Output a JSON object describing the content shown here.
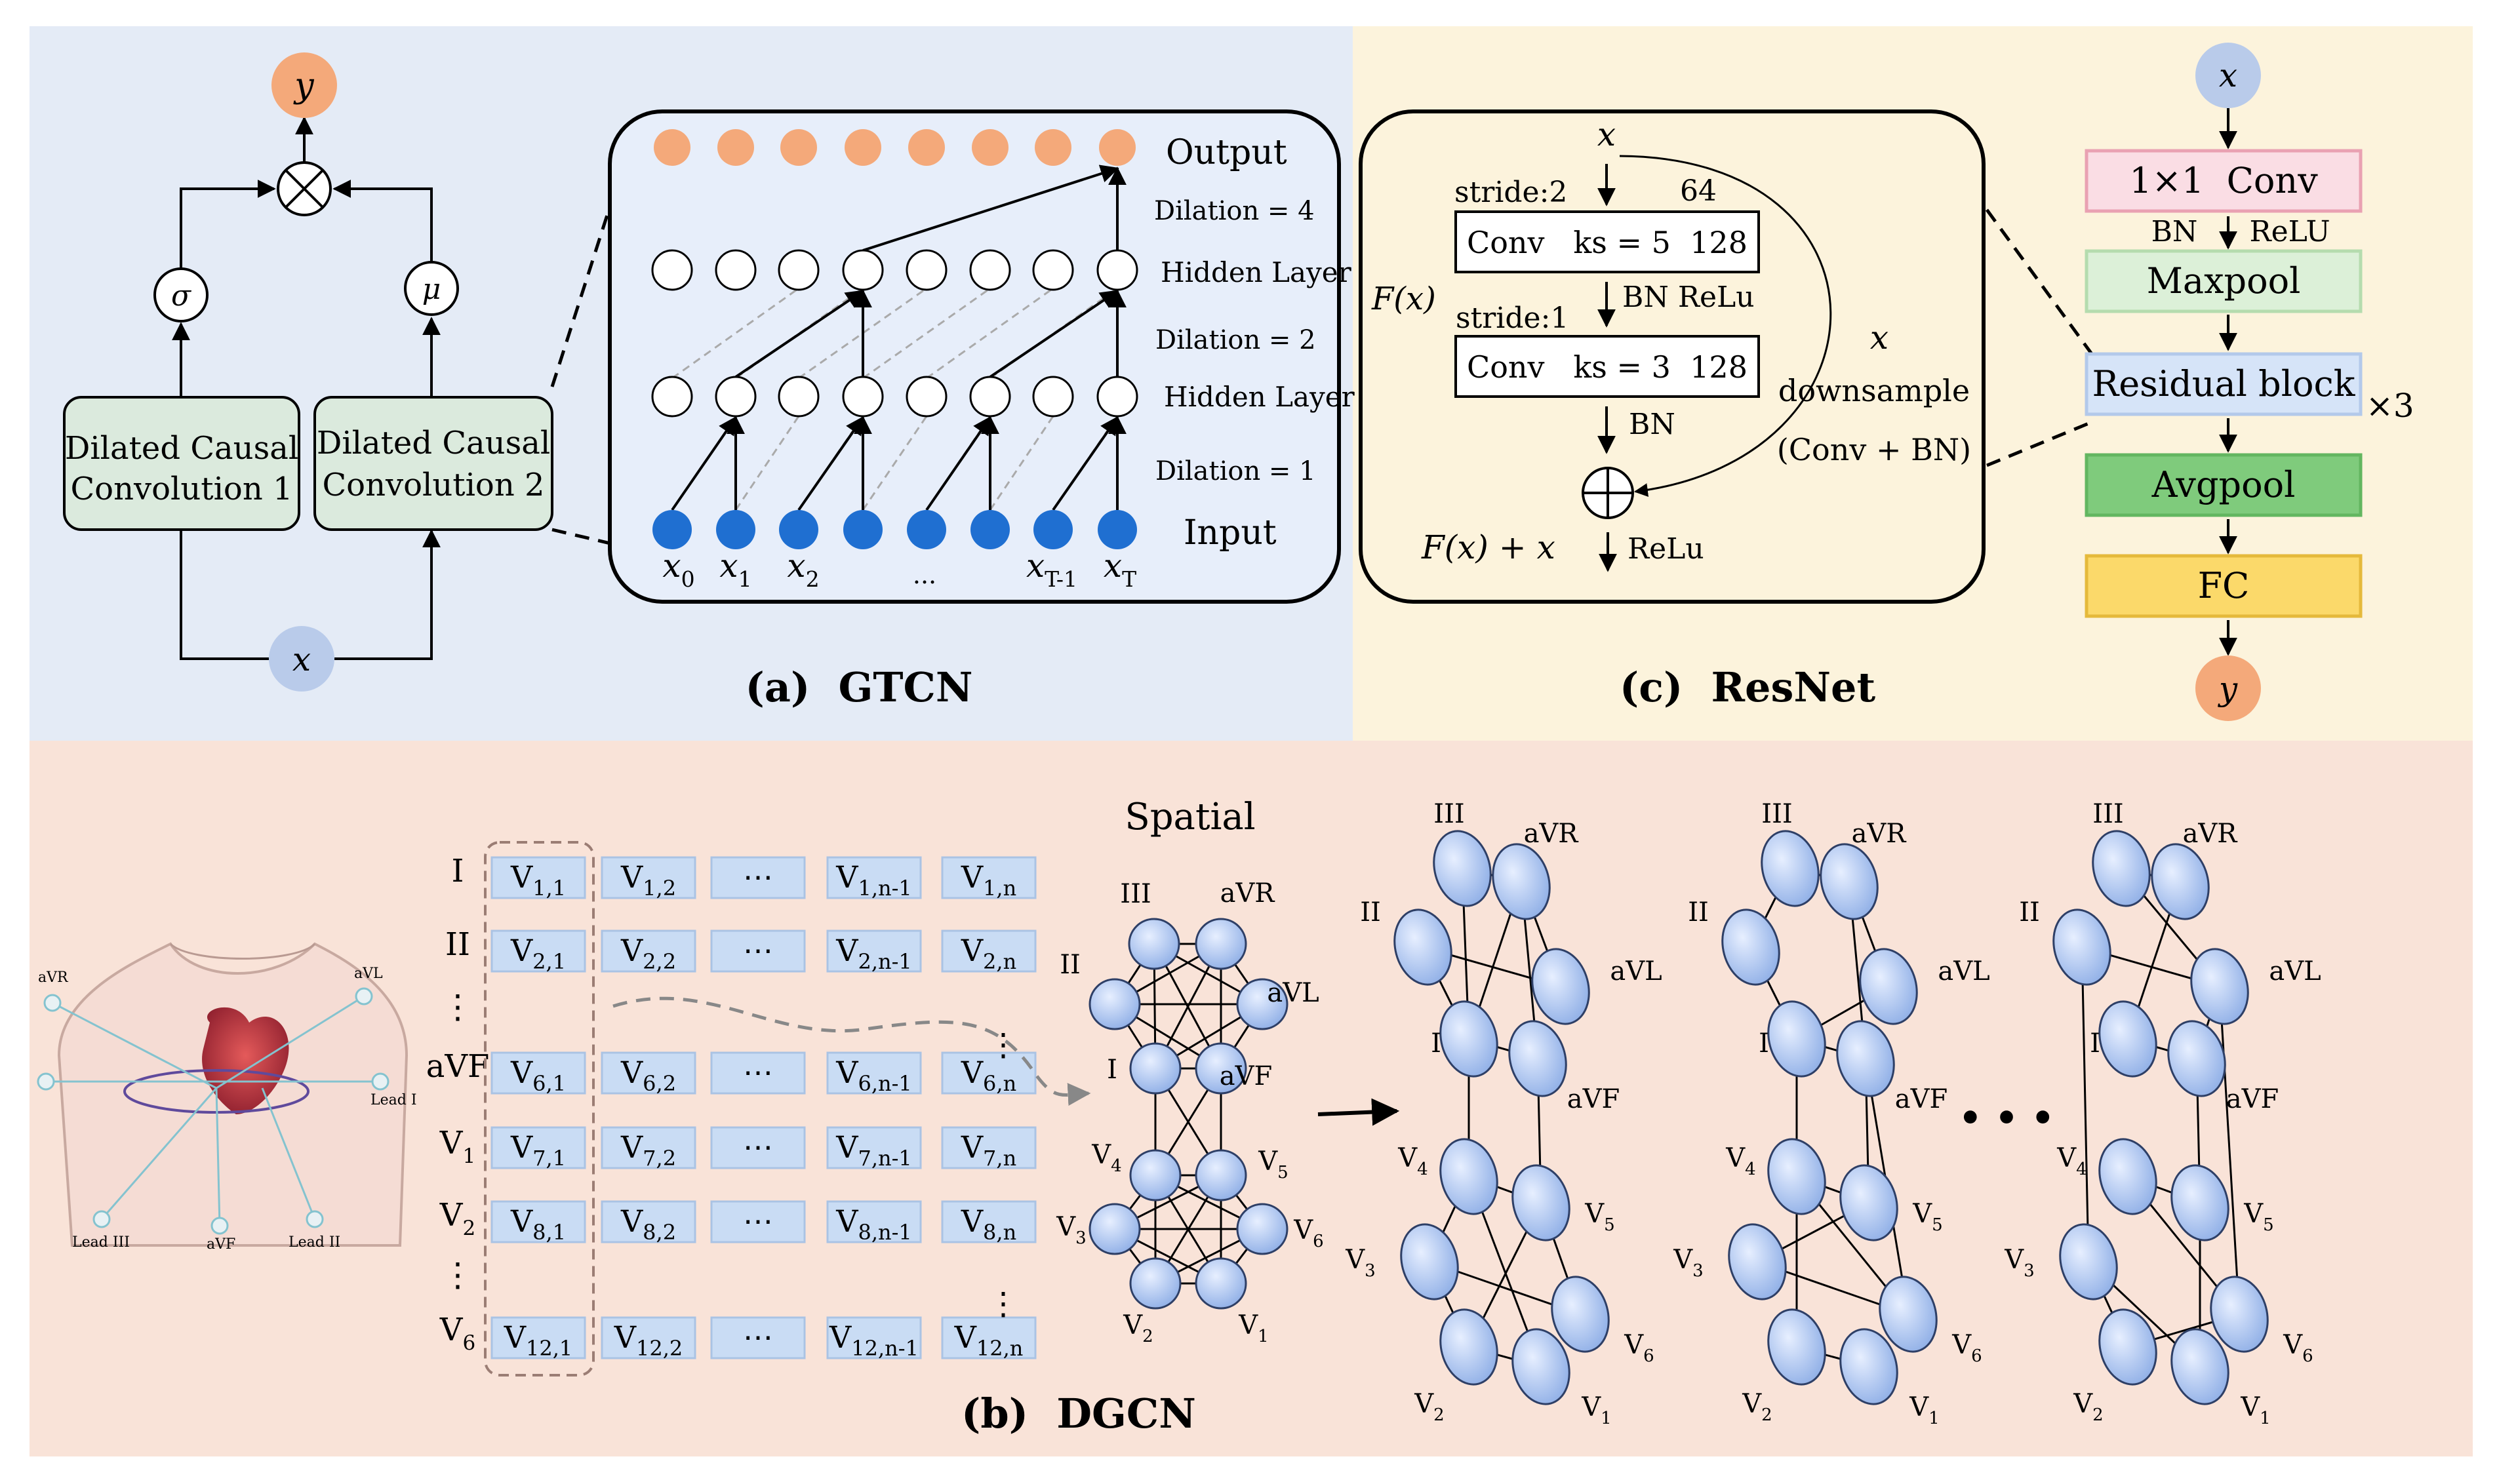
{
  "colors": {
    "panel_a_bg": "#e4ebf6",
    "panel_c_bg": "#fcf3dc",
    "panel_b_bg": "#f9e3d8",
    "orange_node": "#f4a97a",
    "blue_node": "#1f6fd1",
    "light_blue_node": "#b9cbea",
    "green_box": "#dbeadd",
    "pink_box": "#fadde4",
    "pink_border": "#e9a1b2",
    "light_green_box": "#dcf0d8",
    "blue_box": "#d6e4f8",
    "green_fill": "#7fcb7c",
    "yellow_box": "#fbd96a",
    "cell_fill": "#c9dcf4"
  },
  "panel_a": {
    "caption": "(a)  GTCN",
    "y_label": "y",
    "x_label": "x",
    "sigma": "σ",
    "mu": "μ",
    "dcc1": [
      "Dilated Causal",
      "Convolution 1"
    ],
    "dcc2": [
      "Dilated Causal",
      "Convolution 2"
    ],
    "tcn": {
      "output": "Output",
      "hidden1": "Hidden Layer",
      "hidden2": "Hidden Layer",
      "input": "Input",
      "dilation4": "Dilation = 4",
      "dilation2": "Dilation = 2",
      "dilation1": "Dilation = 1",
      "x_labels": [
        {
          "base": "x",
          "sub": "0"
        },
        {
          "base": "x",
          "sub": "1"
        },
        {
          "base": "x",
          "sub": "2"
        },
        {
          "base": "...",
          "sub": ""
        },
        {
          "base": "x",
          "sub": "T-1"
        },
        {
          "base": "x",
          "sub": "T"
        }
      ]
    }
  },
  "panel_c": {
    "caption": "(c)  ResNet",
    "block": {
      "x_top": "x",
      "stride2": "stride:2",
      "ch64": "64",
      "conv1": "Conv   ks = 5  128",
      "bn_relu": "BN ReLu",
      "fx": "F(x)",
      "stride1": "stride:1",
      "conv2": "Conv   ks = 3  128",
      "bn": "BN",
      "x_side": "x",
      "downsample": "downsample",
      "conv_bn": "(Conv + BN)",
      "fx_plus_x": "F(x) + x",
      "relu": "ReLu"
    },
    "pipeline": {
      "x": "x",
      "conv": "1×1  Conv",
      "bn": "BN",
      "relu": "ReLU",
      "maxpool": "Maxpool",
      "residual": "Residual block",
      "times3": "×3",
      "avgpool": "Avgpool",
      "fc": "FC",
      "y": "y"
    }
  },
  "panel_b": {
    "caption": "(b)  DGCN",
    "spatial": "Spatial",
    "chest_labels": {
      "avr": "aVR",
      "avl": "aVL",
      "lead1": "Lead I",
      "lead3": "Lead III",
      "avf": "aVF",
      "lead2": "Lead II"
    },
    "row_labels": [
      {
        "base": "I",
        "sub": ""
      },
      {
        "base": "II",
        "sub": ""
      },
      {
        "base": "⋮",
        "sub": ""
      },
      {
        "base": "aVF",
        "sub": ""
      },
      {
        "base": "V",
        "sub": "1"
      },
      {
        "base": "V",
        "sub": "2"
      },
      {
        "base": "⋮",
        "sub": ""
      },
      {
        "base": "V",
        "sub": "6"
      }
    ],
    "matrix": [
      [
        {
          "b": "V",
          "s": "1,1"
        },
        {
          "b": "V",
          "s": "1,2"
        },
        {
          "b": "⋯",
          "s": ""
        },
        {
          "b": "V",
          "s": "1,n-1"
        },
        {
          "b": "V",
          "s": "1,n"
        }
      ],
      [
        {
          "b": "V",
          "s": "2,1"
        },
        {
          "b": "V",
          "s": "2,2"
        },
        {
          "b": "⋯",
          "s": ""
        },
        {
          "b": "V",
          "s": "2,n-1"
        },
        {
          "b": "V",
          "s": "2,n"
        }
      ],
      [
        {
          "b": "V",
          "s": "6,1"
        },
        {
          "b": "V",
          "s": "6,2"
        },
        {
          "b": "⋯",
          "s": ""
        },
        {
          "b": "V",
          "s": "6,n-1"
        },
        {
          "b": "V",
          "s": "6,n"
        }
      ],
      [
        {
          "b": "V",
          "s": "7,1"
        },
        {
          "b": "V",
          "s": "7,2"
        },
        {
          "b": "⋯",
          "s": ""
        },
        {
          "b": "V",
          "s": "7,n-1"
        },
        {
          "b": "V",
          "s": "7,n"
        }
      ],
      [
        {
          "b": "V",
          "s": "8,1"
        },
        {
          "b": "V",
          "s": "8,2"
        },
        {
          "b": "⋯",
          "s": ""
        },
        {
          "b": "V",
          "s": "8,n-1"
        },
        {
          "b": "V",
          "s": "8,n"
        }
      ],
      [
        {
          "b": "V",
          "s": "12,1"
        },
        {
          "b": "V",
          "s": "12,2"
        },
        {
          "b": "⋯",
          "s": ""
        },
        {
          "b": "V",
          "s": "12,n-1"
        },
        {
          "b": "V",
          "s": "12,n"
        }
      ]
    ],
    "spatial_graph_labels": {
      "III": "III",
      "aVR": "aVR",
      "II": "II",
      "aVL": "aVL",
      "I": "I",
      "aVF": "aVF",
      "V4": "V",
      "V5": "V",
      "V3": "V",
      "V6": "V",
      "V2": "V",
      "V1": "V",
      "subs": {
        "V4": "4",
        "V5": "5",
        "V3": "3",
        "V6": "6",
        "V2": "2",
        "V1": "1"
      }
    },
    "ellipsis": "• • •"
  }
}
